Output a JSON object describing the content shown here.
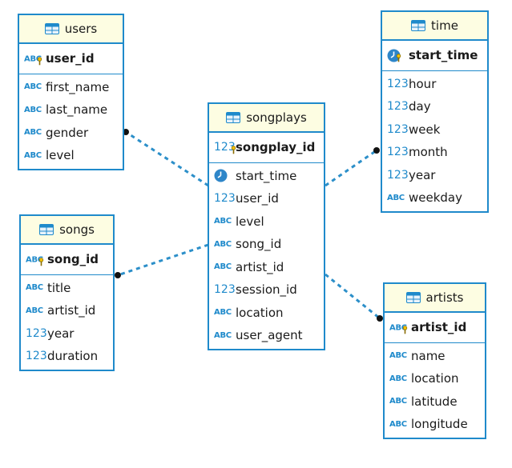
{
  "colors": {
    "border": "#1f8acb",
    "header_bg": "#fdfde2",
    "connector": "#2c8fc9"
  },
  "type_icons": {
    "text": "ABC",
    "number": "123",
    "timestamp": "clock-icon",
    "key": "key-icon"
  },
  "tables": {
    "users": {
      "name": "users",
      "pk": {
        "name": "user_id",
        "type": "text-key"
      },
      "columns": [
        {
          "name": "first_name",
          "type": "text"
        },
        {
          "name": "last_name",
          "type": "text"
        },
        {
          "name": "gender",
          "type": "text"
        },
        {
          "name": "level",
          "type": "text"
        }
      ]
    },
    "songs": {
      "name": "songs",
      "pk": {
        "name": "song_id",
        "type": "text-key"
      },
      "columns": [
        {
          "name": "title",
          "type": "text"
        },
        {
          "name": "artist_id",
          "type": "text"
        },
        {
          "name": "year",
          "type": "number"
        },
        {
          "name": "duration",
          "type": "number"
        }
      ]
    },
    "songplays": {
      "name": "songplays",
      "pk": {
        "name": "songplay_id",
        "type": "number-key"
      },
      "columns": [
        {
          "name": "start_time",
          "type": "timestamp"
        },
        {
          "name": "user_id",
          "type": "number"
        },
        {
          "name": "level",
          "type": "text"
        },
        {
          "name": "song_id",
          "type": "text"
        },
        {
          "name": "artist_id",
          "type": "text"
        },
        {
          "name": "session_id",
          "type": "number"
        },
        {
          "name": "location",
          "type": "text"
        },
        {
          "name": "user_agent",
          "type": "text"
        }
      ]
    },
    "time": {
      "name": "time",
      "pk": {
        "name": "start_time",
        "type": "timestamp-key"
      },
      "columns": [
        {
          "name": "hour",
          "type": "number"
        },
        {
          "name": "day",
          "type": "number"
        },
        {
          "name": "week",
          "type": "number"
        },
        {
          "name": "month",
          "type": "number"
        },
        {
          "name": "year",
          "type": "number"
        },
        {
          "name": "weekday",
          "type": "text"
        }
      ]
    },
    "artists": {
      "name": "artists",
      "pk": {
        "name": "artist_id",
        "type": "text-key"
      },
      "columns": [
        {
          "name": "name",
          "type": "text"
        },
        {
          "name": "location",
          "type": "text"
        },
        {
          "name": "latitude",
          "type": "text"
        },
        {
          "name": "longitude",
          "type": "text"
        }
      ]
    }
  },
  "relationships": [
    {
      "from": "songplays",
      "to": "users"
    },
    {
      "from": "songplays",
      "to": "songs"
    },
    {
      "from": "songplays",
      "to": "time"
    },
    {
      "from": "songplays",
      "to": "artists"
    }
  ]
}
